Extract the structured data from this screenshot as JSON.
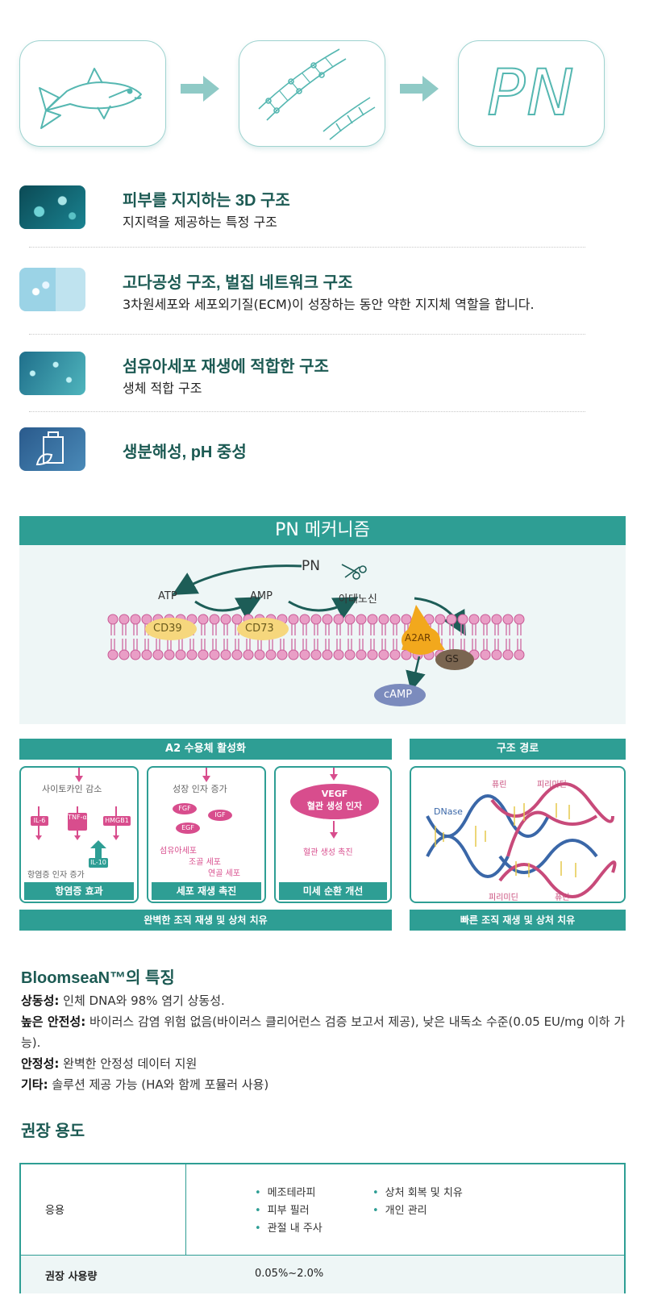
{
  "flow": {
    "steps": [
      "fish-icon",
      "dna-icon",
      "PN"
    ],
    "pn_label": "PN"
  },
  "features": [
    {
      "title": "피부를 지지하는 3D 구조",
      "desc": "지지력을 제공하는 특정 구조"
    },
    {
      "title": "고다공성 구조, 벌집 네트워크 구조",
      "desc": "3차원세포와 세포외기질(ECM)이 성장하는 동안 약한 지지체 역할을 합니다."
    },
    {
      "title": "섬유아세포 재생에 적합한 구조",
      "desc": "생체 적합 구조"
    },
    {
      "title": "생분해성, pH 중성",
      "desc": ""
    }
  ],
  "mechanism": {
    "title": "PN 메커니즘",
    "pn": "PN",
    "atp": "ATP",
    "amp": "AMP",
    "adenosine": "아데노신",
    "cd39": "CD39",
    "cd73": "CD73",
    "a2ar": "A2AR",
    "gs": "GS",
    "camp": "cAMP"
  },
  "a2_panel": {
    "header": "A2 수용체 활성화",
    "footer": "완벽한 조직 재생 및 상처 치유",
    "subpanels": [
      {
        "title": "사이토카인 감소",
        "boxes": [
          "IL-6",
          "TNF-α",
          "HMGB1"
        ],
        "up_box": "IL-10",
        "caption": "항염증 인자 증가",
        "footer": "항염증 효과"
      },
      {
        "title": "성장 인자 증가",
        "ovals": [
          "FGF",
          "IGF",
          "EGF"
        ],
        "cells": [
          "섬유아세포",
          "조골 세포",
          "연골 세포"
        ],
        "footer": "세포 재생 촉진"
      },
      {
        "title_line1": "VEGF",
        "title_line2": "혈관 생성 인자",
        "caption": "혈관 생성 촉진",
        "footer": "미세 순환 개선"
      }
    ]
  },
  "structure_panel": {
    "header": "구조 경로",
    "footer": "빠른 조직 재생 및 상처 치유",
    "dnase": "DNase",
    "purine_top": "퓨린",
    "pyrimidine_top": "피리미딘",
    "pyrimidine_bottom": "피리미딘",
    "purine_bottom": "퓨린"
  },
  "specs": {
    "title": "BloomseaN™의 특징",
    "items": [
      {
        "label": "상동성:",
        "text": " 인체 DNA와 98% 염기 상동성."
      },
      {
        "label": "높은 안전성:",
        "text": " 바이러스 감염 위험 없음(바이러스 클리어런스 검증 보고서 제공), 낮은 내독소 수준(0.05 EU/mg 이하 가능)."
      },
      {
        "label": "안정성:",
        "text": " 완벽한 안정성 데이터 지원"
      },
      {
        "label": "기타:",
        "text": " 솔루션 제공 가능 (HA와 함께 포뮬러 사용)"
      }
    ]
  },
  "usage": {
    "title": "권장 용도",
    "row1_label": "응용",
    "uses_left": [
      "메조테라피",
      "피부 필러",
      "관절 내 주사"
    ],
    "uses_right": [
      "상처 회복 및 치유",
      "개인 관리"
    ],
    "row2_label": "권장 사용량",
    "row2_value": "0.05%~2.0%"
  },
  "colors": {
    "teal": "#2e9e94",
    "dark_teal": "#1c5a53",
    "pink": "#d84d8d",
    "gold": "#f2a81d"
  }
}
